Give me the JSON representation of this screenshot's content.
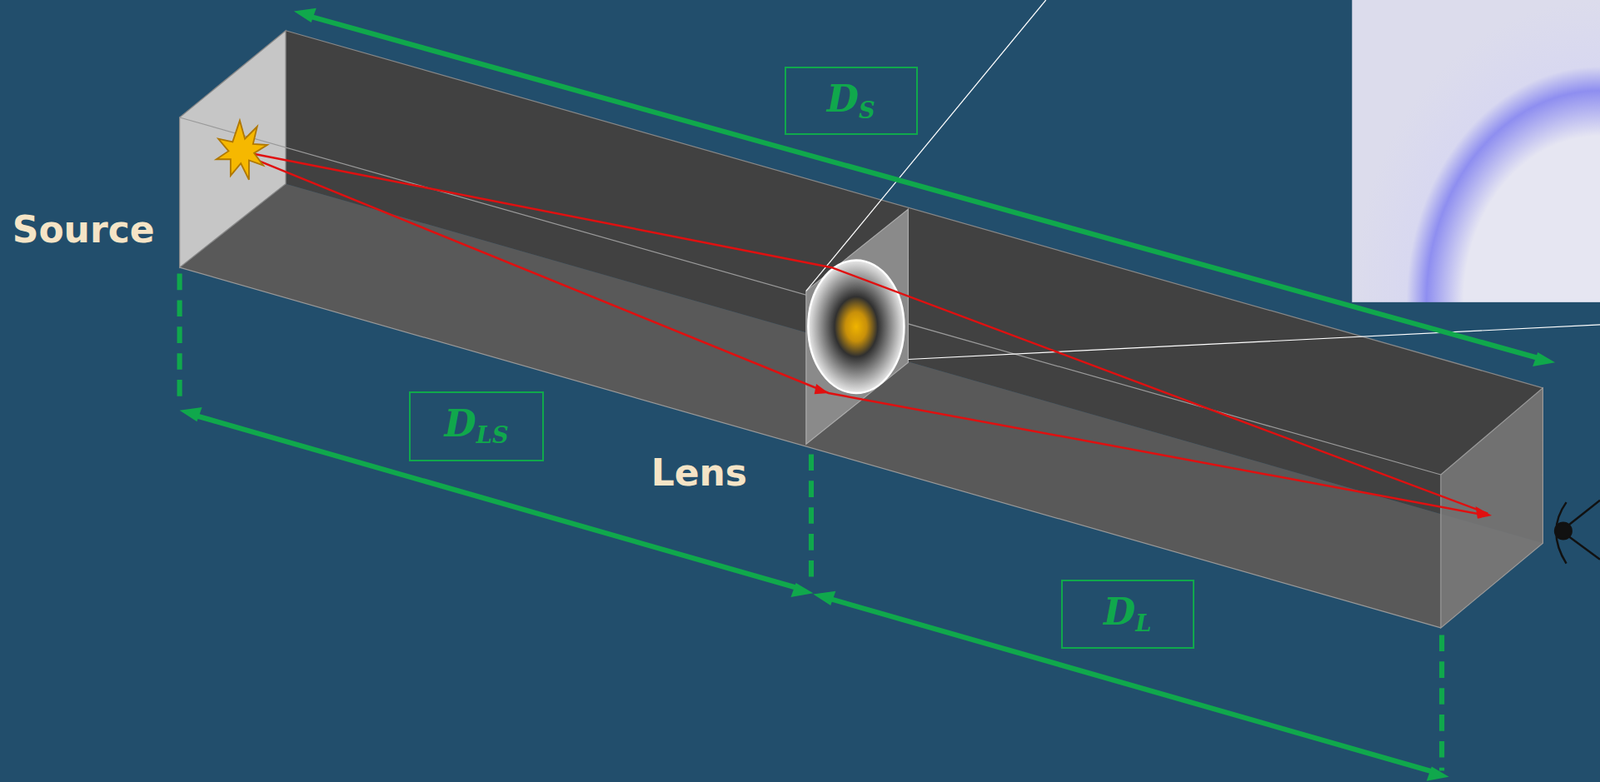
{
  "diagram": {
    "nodes": [
      {
        "text": [
          "DS"
        ]
      },
      {
        "text": [
          "DLS"
        ]
      },
      {
        "text": [
          "DL"
        ]
      }
    ],
    "labels": [
      "Source",
      "Lens"
    ]
  }
}
